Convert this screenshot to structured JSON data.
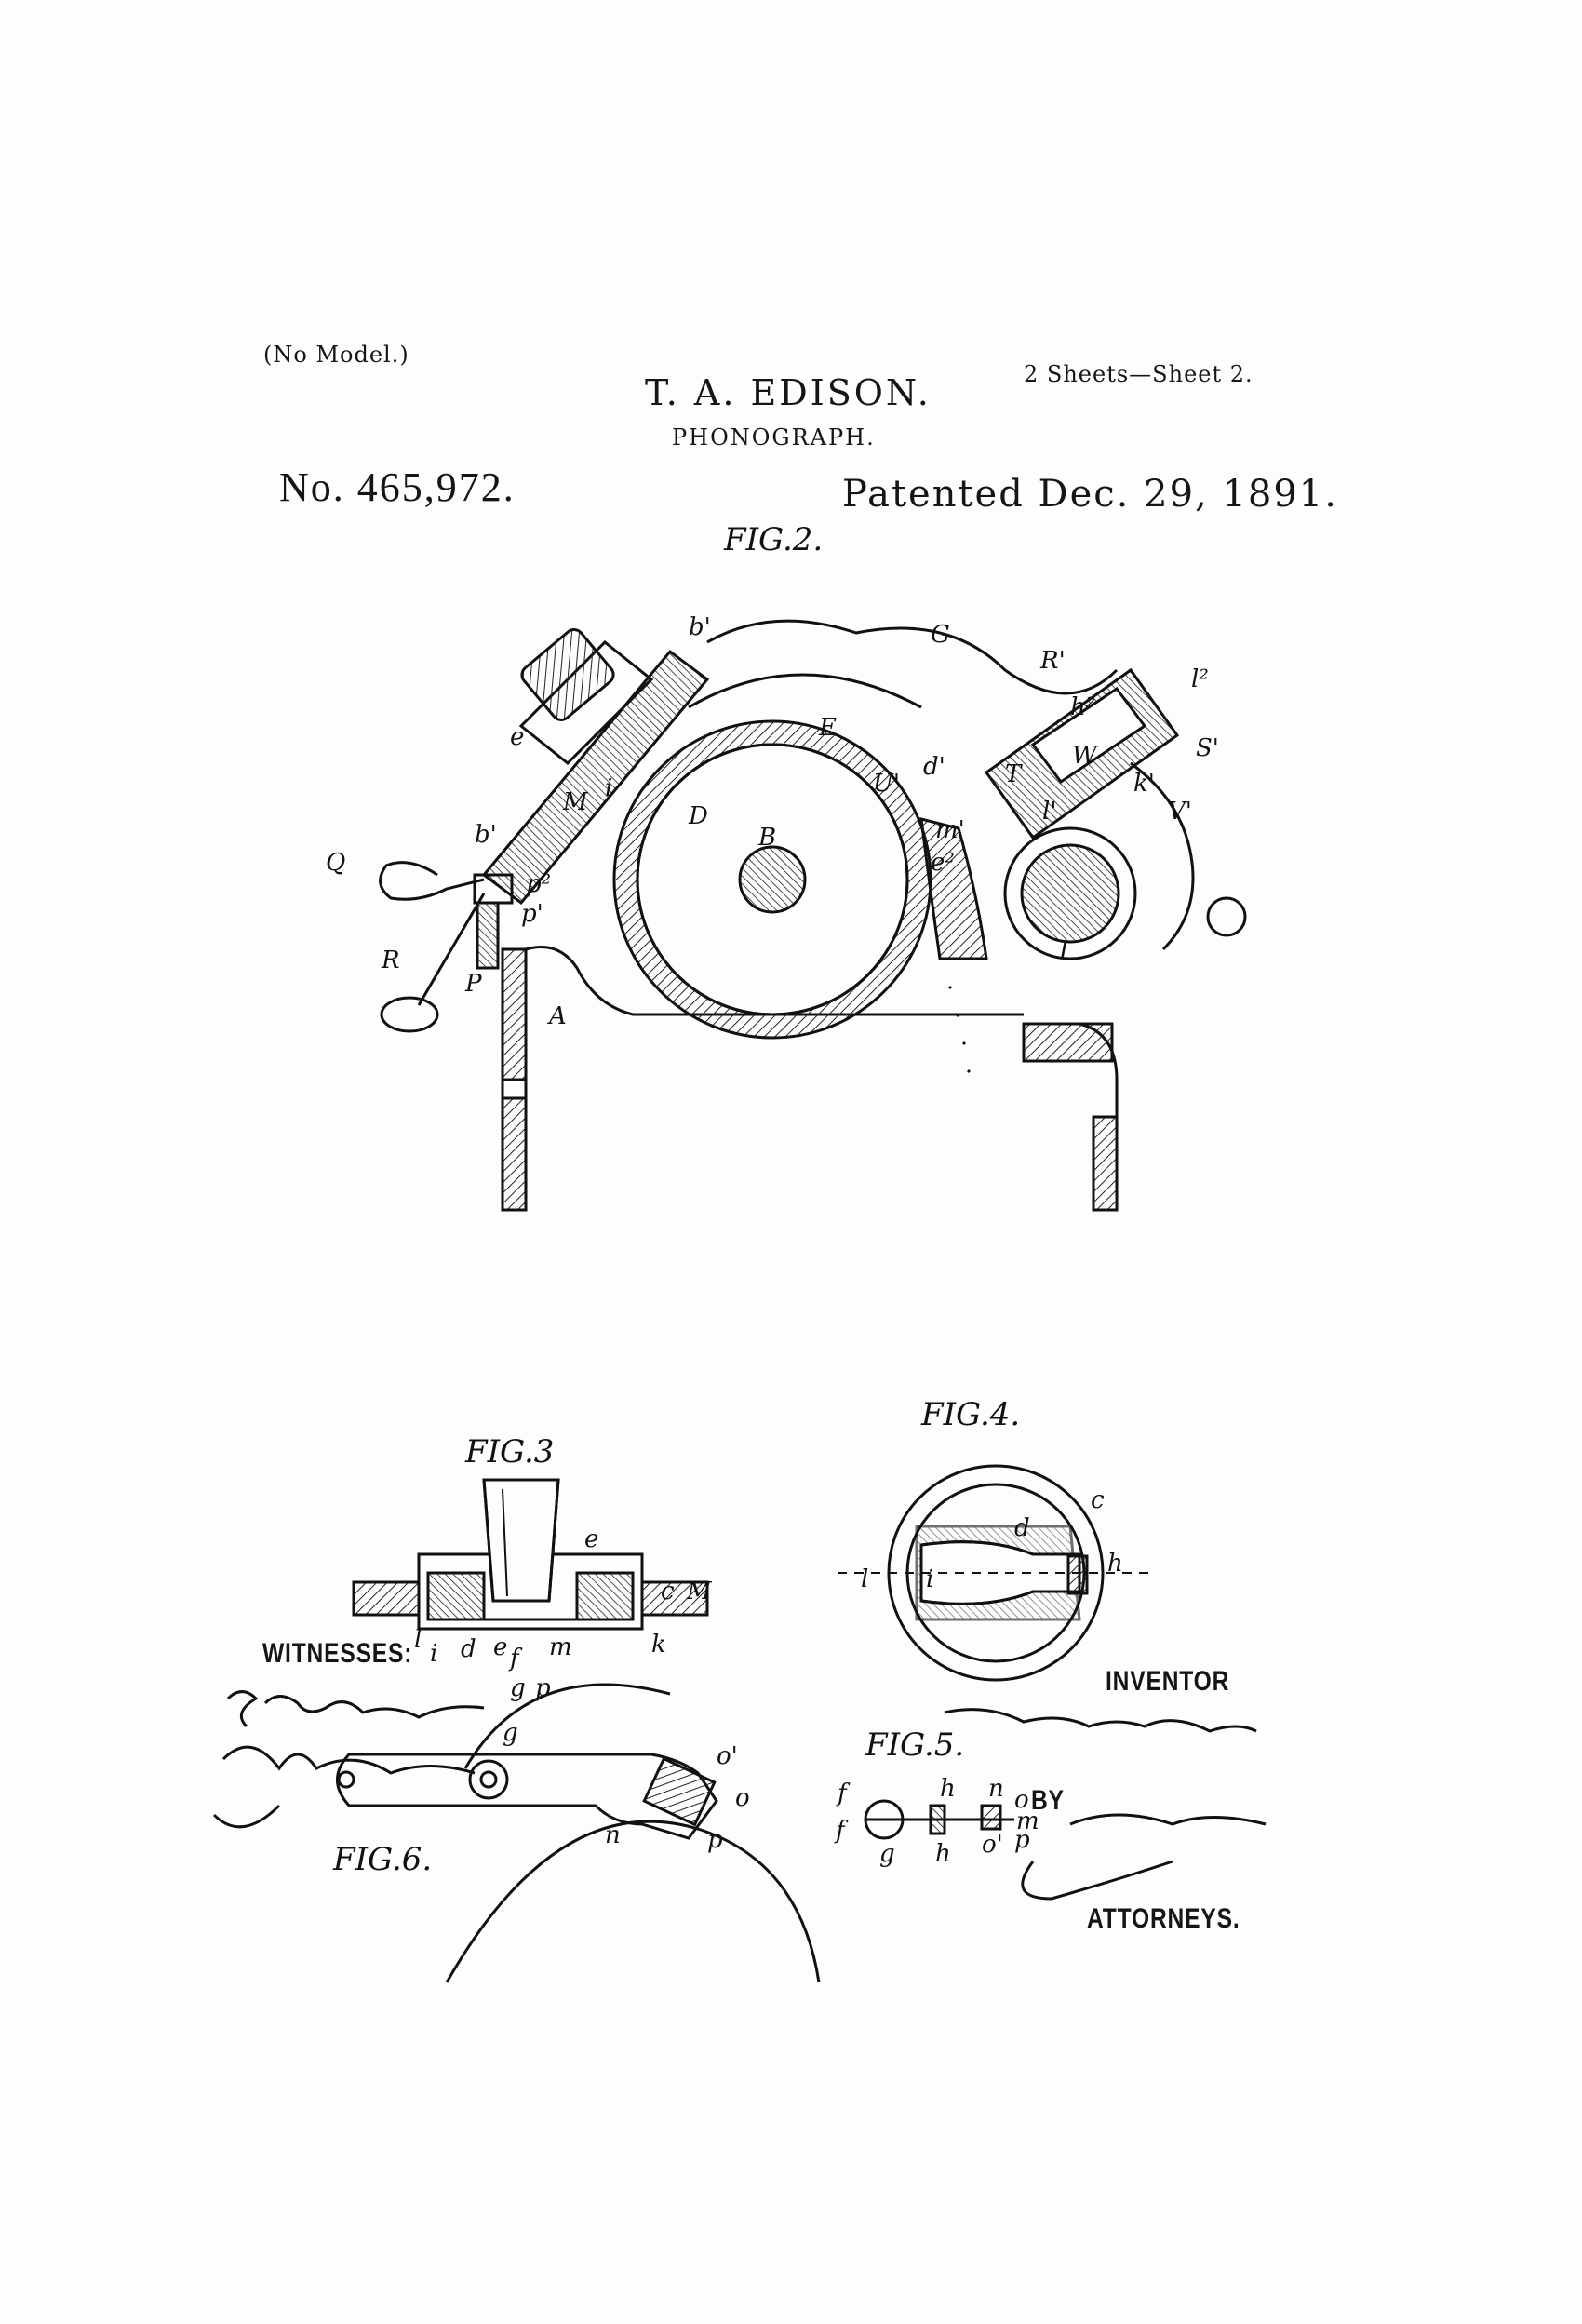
{
  "header": {
    "model_note": "(No Model.)",
    "sheets": "2 Sheets—Sheet 2.",
    "inventor": "T. A. EDISON.",
    "title": "PHONOGRAPH.",
    "patent_number": "No. 465,972.",
    "patent_date": "Patented Dec. 29, 1891."
  },
  "figures": {
    "fig2": "FIG.2.",
    "fig3": "FIG.3",
    "fig4": "FIG.4.",
    "fig5": "FIG.5.",
    "fig6": "FIG.6."
  },
  "signatures": {
    "witnesses_label": "WITNESSES:",
    "inventor_label": "INVENTOR",
    "by_label": "BY",
    "attorneys_label": "ATTORNEYS."
  },
  "part_labels": {
    "fig2": [
      "b'",
      "G",
      "R'",
      "l²",
      "e",
      "E",
      "h²",
      "S'",
      "M",
      "i",
      "d'",
      "T",
      "W",
      "k'",
      "U'",
      "V'",
      "D",
      "B",
      "m'",
      "e²",
      "b'",
      "l'",
      "Q",
      "p²",
      "p'",
      "I",
      "R",
      "P",
      "A"
    ],
    "fig3": [
      "e",
      "c",
      "M",
      "l",
      "i",
      "d",
      "e",
      "f",
      "m",
      "k",
      "g",
      "p"
    ],
    "fig4": [
      "d",
      "c",
      "l",
      "i",
      "h"
    ],
    "fig5": [
      "f",
      "h",
      "n",
      "o",
      "f",
      "m",
      "g",
      "h",
      "o'",
      "p"
    ],
    "fig6": [
      "g",
      "o'",
      "o",
      "n",
      "p"
    ]
  }
}
